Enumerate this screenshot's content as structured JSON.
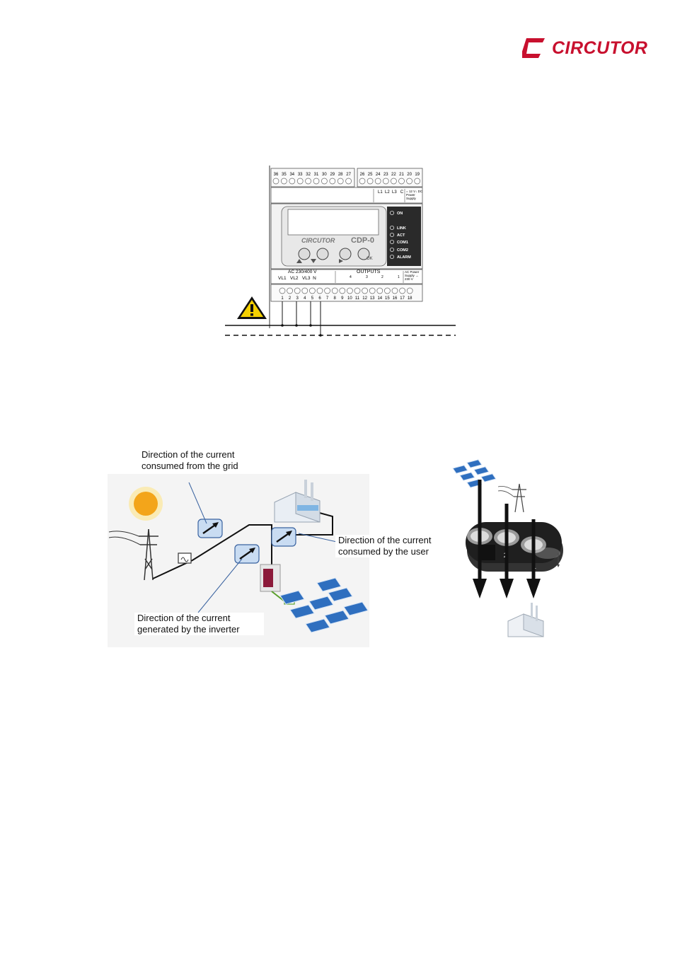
{
  "header": {
    "logo_text": "CIRCUTOR",
    "brand_color": "#c8102e"
  },
  "device_figure": {
    "top_terminals_left": [
      "36",
      "35",
      "34",
      "33",
      "32",
      "31",
      "30",
      "29",
      "28",
      "27"
    ],
    "top_terminals_right": [
      "26",
      "25",
      "24",
      "23",
      "22",
      "21",
      "20",
      "19"
    ],
    "aux_label_currents": "L1  L2  L3   C",
    "aux_label_supply": "= 12 V↓ DC Power Supply",
    "front_brand": "CIRCUTOR",
    "model": "CDP-0",
    "led_labels": [
      "ON",
      "LINK",
      "ACT",
      "COM1",
      "COM2",
      "ALARM"
    ],
    "ok_label": "OK",
    "ac_label": "AC 230/400 V",
    "voltage_terminals": "VL1   VL2   VL3  N",
    "outputs_label": "OUTPUTS",
    "output_numbers": [
      "4",
      "3",
      "2",
      "1"
    ],
    "power_label": "AC Power Supply → 230 V",
    "bottom_terminals": [
      "1",
      "2",
      "3",
      "4",
      "5",
      "6",
      "7",
      "8",
      "9",
      "10",
      "11",
      "12",
      "13",
      "14",
      "15",
      "16",
      "17",
      "18"
    ],
    "warning_icon": "warning-triangle-icon"
  },
  "flow_figure": {
    "label_grid": [
      "Direction of the current",
      "consumed from the grid"
    ],
    "label_user": [
      "Direction of the current",
      "consumed by the user"
    ],
    "label_inverter": [
      "Direction of the current",
      "generated by the inverter"
    ],
    "transformer_numbers": [
      "3",
      "2",
      "1"
    ]
  }
}
